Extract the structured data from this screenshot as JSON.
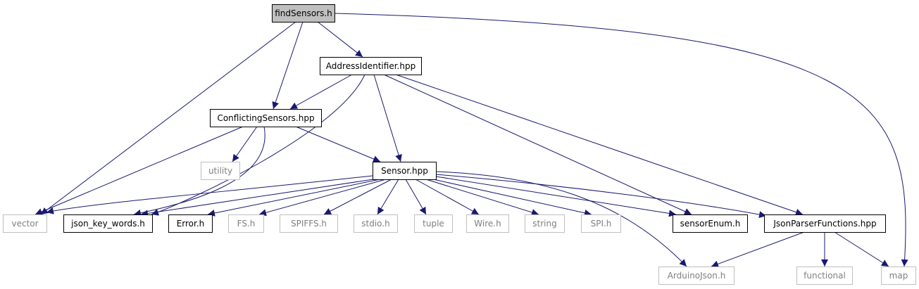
{
  "graph": {
    "colors": {
      "edge": "#191970",
      "root_fill": "#bfbfbf",
      "internal_border": "#000000",
      "external_border": "#bfbfbf",
      "internal_text": "#000000",
      "external_text": "#7f7f7f"
    },
    "nodes": [
      {
        "id": "findSensors",
        "label": "findSensors.h",
        "kind": "root"
      },
      {
        "id": "AddressIdentifier",
        "label": "AddressIdentifier.hpp",
        "kind": "internal"
      },
      {
        "id": "ConflictingSensors",
        "label": "ConflictingSensors.hpp",
        "kind": "internal"
      },
      {
        "id": "utility",
        "label": "utility",
        "kind": "external"
      },
      {
        "id": "Sensor",
        "label": "Sensor.hpp",
        "kind": "internal"
      },
      {
        "id": "vector",
        "label": "vector",
        "kind": "external"
      },
      {
        "id": "json_key_words",
        "label": "json_key_words.h",
        "kind": "internal"
      },
      {
        "id": "Error",
        "label": "Error.h",
        "kind": "internal"
      },
      {
        "id": "FS",
        "label": "FS.h",
        "kind": "external"
      },
      {
        "id": "SPIFFS",
        "label": "SPIFFS.h",
        "kind": "external"
      },
      {
        "id": "stdio",
        "label": "stdio.h",
        "kind": "external"
      },
      {
        "id": "tuple",
        "label": "tuple",
        "kind": "external"
      },
      {
        "id": "Wire",
        "label": "Wire.h",
        "kind": "external"
      },
      {
        "id": "string",
        "label": "string",
        "kind": "external"
      },
      {
        "id": "SPI",
        "label": "SPI.h",
        "kind": "external"
      },
      {
        "id": "sensorEnum",
        "label": "sensorEnum.h",
        "kind": "internal"
      },
      {
        "id": "JsonParserFunctions",
        "label": "JsonParserFunctions.hpp",
        "kind": "internal"
      },
      {
        "id": "ArduinoJson",
        "label": "ArduinoJson.h",
        "kind": "external"
      },
      {
        "id": "functional",
        "label": "functional",
        "kind": "external"
      },
      {
        "id": "map",
        "label": "map",
        "kind": "external"
      }
    ],
    "edges": [
      [
        "findSensors",
        "AddressIdentifier"
      ],
      [
        "findSensors",
        "ConflictingSensors"
      ],
      [
        "findSensors",
        "vector"
      ],
      [
        "findSensors",
        "map"
      ],
      [
        "AddressIdentifier",
        "ConflictingSensors"
      ],
      [
        "AddressIdentifier",
        "Sensor"
      ],
      [
        "AddressIdentifier",
        "json_key_words"
      ],
      [
        "AddressIdentifier",
        "sensorEnum"
      ],
      [
        "AddressIdentifier",
        "JsonParserFunctions"
      ],
      [
        "ConflictingSensors",
        "vector"
      ],
      [
        "ConflictingSensors",
        "utility"
      ],
      [
        "ConflictingSensors",
        "Sensor"
      ],
      [
        "ConflictingSensors",
        "json_key_words"
      ],
      [
        "Sensor",
        "vector"
      ],
      [
        "Sensor",
        "json_key_words"
      ],
      [
        "Sensor",
        "Error"
      ],
      [
        "Sensor",
        "FS"
      ],
      [
        "Sensor",
        "SPIFFS"
      ],
      [
        "Sensor",
        "stdio"
      ],
      [
        "Sensor",
        "tuple"
      ],
      [
        "Sensor",
        "Wire"
      ],
      [
        "Sensor",
        "string"
      ],
      [
        "Sensor",
        "SPI"
      ],
      [
        "Sensor",
        "sensorEnum"
      ],
      [
        "Sensor",
        "JsonParserFunctions"
      ],
      [
        "Sensor",
        "ArduinoJson"
      ],
      [
        "JsonParserFunctions",
        "ArduinoJson"
      ],
      [
        "JsonParserFunctions",
        "functional"
      ],
      [
        "JsonParserFunctions",
        "map"
      ]
    ]
  }
}
